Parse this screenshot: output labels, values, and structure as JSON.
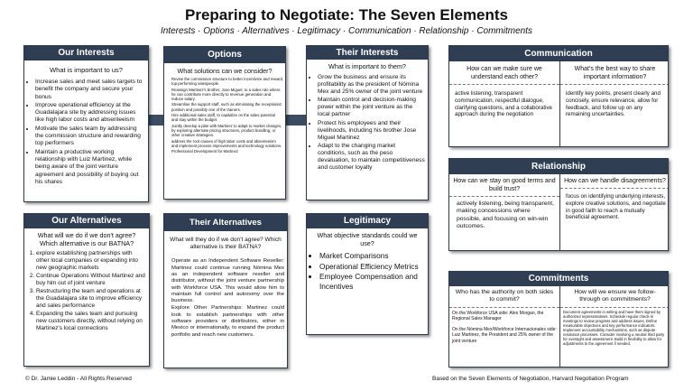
{
  "title": "Preparing to Negotiate: The Seven Elements",
  "subtitle": "Interests · Options · Alternatives · Legitimacy · Communication · Relationship · Commitments",
  "our_interests": {
    "header": "Our Interests",
    "question": "What is important to us?",
    "items": [
      "Increase sales and meet sales targets to benefit the company and secure your bonus",
      "Improve operational efficiency at the Guadalajara site by addressing issues like high labor costs and absenteeism",
      "Motivate the sales team by addressing the commission structure and rewarding top performers",
      "Maintain a productive working relationship with Luiz Martinez, while being aware of the joint venture agreement and possibility of buying out his shares"
    ]
  },
  "options": {
    "header": "Options",
    "question": "What solutions can we consider?",
    "items": [
      "Revise the commission structure to better incentivize and reward top-performing salespeople.",
      "Reassign Martinez's brother, Jose Miguel, to a sales role where he can contribute more directly to revenue generation and reduce salary.",
      "Streamline the support staff, such as eliminating the receptionist position and possibly one of the trainers.",
      "Hire additional sales staff, to capitalize on the sales potential and stay within the budget.",
      "Jointly develop a plan with Martinez to adapt to market changes, by exploring alternate pricing structures, product bundling, or other creative strategies.",
      "address the root causes of high labor costs and absenteeism and implement process improvements and technology solutions.",
      "Professional Development for Martinez"
    ]
  },
  "their_interests": {
    "header": "Their Interests",
    "question": "What is important to them?",
    "items": [
      "Grow the business and ensure its profitability as the president of Nómina Mex and 25% owner of the joint venture",
      "Maintain control and decision-making power within the joint venture as the local partner",
      "Protect his employees and their livelihoods, including his brother Jose Miguel Martinez",
      "Adapt to the changing market conditions, such as the peso devaluation, to maintain competitiveness and customer loyalty"
    ]
  },
  "communication": {
    "header": "Communication",
    "q1": "How can we make sure we understand each other?",
    "a1": "active listening, transparent communication, respectful dialogue, clarifying questions, and a collaborative approach during the negotiation",
    "q2": "What's the best way to share important information?",
    "a2": "identify key points, present clearly and concisely, ensure relevance, allow for feedback, and follow up on any remaining uncertainties."
  },
  "relationship": {
    "header": "Relationship",
    "q1": "How can we stay on good terms and build trust?",
    "a1": "actively listening, being transparent, making concessions where possible, and focusing on win-win outcomes.",
    "q2": "How can we handle disagreements?",
    "a2": "focus on identifying underlying interests, explore creative solutions, and negotiate in good faith to reach a mutually beneficial agreement."
  },
  "our_alternatives": {
    "header": "Our Alternatives",
    "question": "What will we do if we don't agree? Which alternative is our BATNA?",
    "items": [
      "explore establishing partnerships with other local companies or expanding into new geographic markets",
      "Continue Operations Without Martinez and buy him out of joint venture",
      "Restructuring the team and operations at the Guadalajara site to improve efficiency and sales performance",
      "Expanding the sales team and pursuing new customers directly, without relying on Martinez's local connections"
    ]
  },
  "their_alternatives": {
    "header": "Their Alternatives",
    "question": "What will they do if we don't agree? Which alternative is their BATNA?",
    "items": [
      "Operate as an Independent Software Reseller: Martinez could continue running Nómina Mex as an independent software reseller and distributor, without the joint venture partnership with Workforce USA. This would allow him to maintain full control and autonomy over the business.",
      "Explore Other Partnerships: Martinez could look to establish partnerships with other software providers or distributors, either in Mexico or internationally, to expand the product portfolio and reach new customers."
    ]
  },
  "legitimacy": {
    "header": "Legitimacy",
    "question": "What objective standards could we use?",
    "items": [
      "Market Comparisons",
      "Operational Efficiency Metrics",
      "Employee Compensation and Incentives"
    ]
  },
  "commitments": {
    "header": "Commitments",
    "q1": "Who has the authority on both sides to commit?",
    "a1a": "On the Workforce USA side: Alex Morgan, the Regional Sales Manager",
    "a1b": "On the Nómina Mex/Workforce Internacionales side: Luiz Martinez, the President and 25% owner of the joint venture",
    "q2": "How will we ensure we follow-through on commitments?",
    "a2": "Document agreements in writing and have them signed by authorized representatives. Schedule regular check-in meetings to review progress and address issues. Define measurable objectives and key performance indicators. Implement accountability mechanisms, such as dispute resolution processes. Consider involving a neutral third party for oversight and assessment. Build in flexibility to allow for adjustments to the agreement if needed."
  },
  "footer": {
    "left": "© Dr. Jamie Leddin - All Rights Reserved",
    "right": "Based on the Seven Elements of Negotiation, Harvard Negotiation Program"
  }
}
